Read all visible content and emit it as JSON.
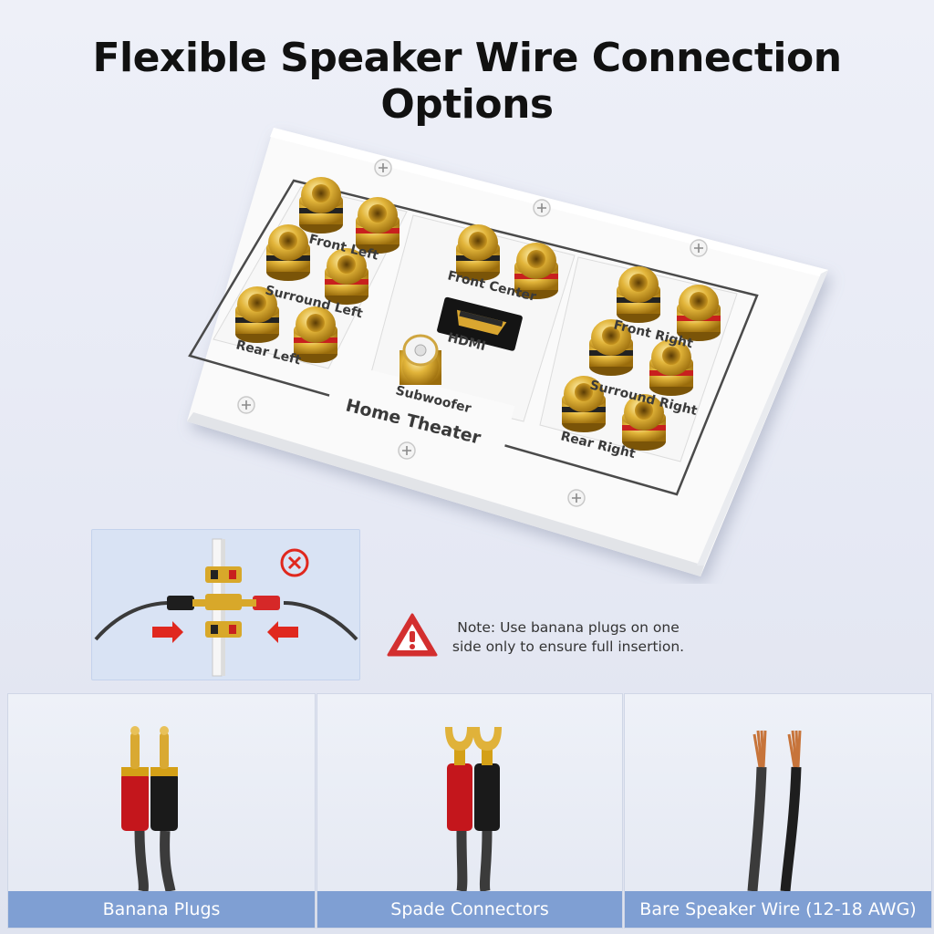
{
  "title": "Flexible Speaker Wire Connection Options",
  "plate": {
    "labels": {
      "front_left": "Front Left",
      "surround_left": "Surround Left",
      "rear_left": "Rear Left",
      "front_center": "Front Center",
      "hdmi": "HDMI",
      "subwoofer": "Subwoofer",
      "front_right": "Front Right",
      "surround_right": "Surround Right",
      "rear_right": "Rear Right",
      "home_theater": "Home Theater"
    }
  },
  "note": {
    "line1": "Note: Use banana plugs on one",
    "line2": "side only to ensure full insertion."
  },
  "panels": [
    {
      "label": "Banana Plugs",
      "icon": "banana-plug-icon"
    },
    {
      "label": "Spade Connectors",
      "icon": "spade-connector-icon"
    },
    {
      "label": "Bare Speaker Wire (12-18 AWG)",
      "icon": "bare-wire-icon"
    }
  ],
  "colors": {
    "gold": "#d4a017",
    "red": "#d62828",
    "black": "#1b1b1b",
    "accent_blue": "#7f9fd3",
    "warning_red": "#d32f2f"
  }
}
